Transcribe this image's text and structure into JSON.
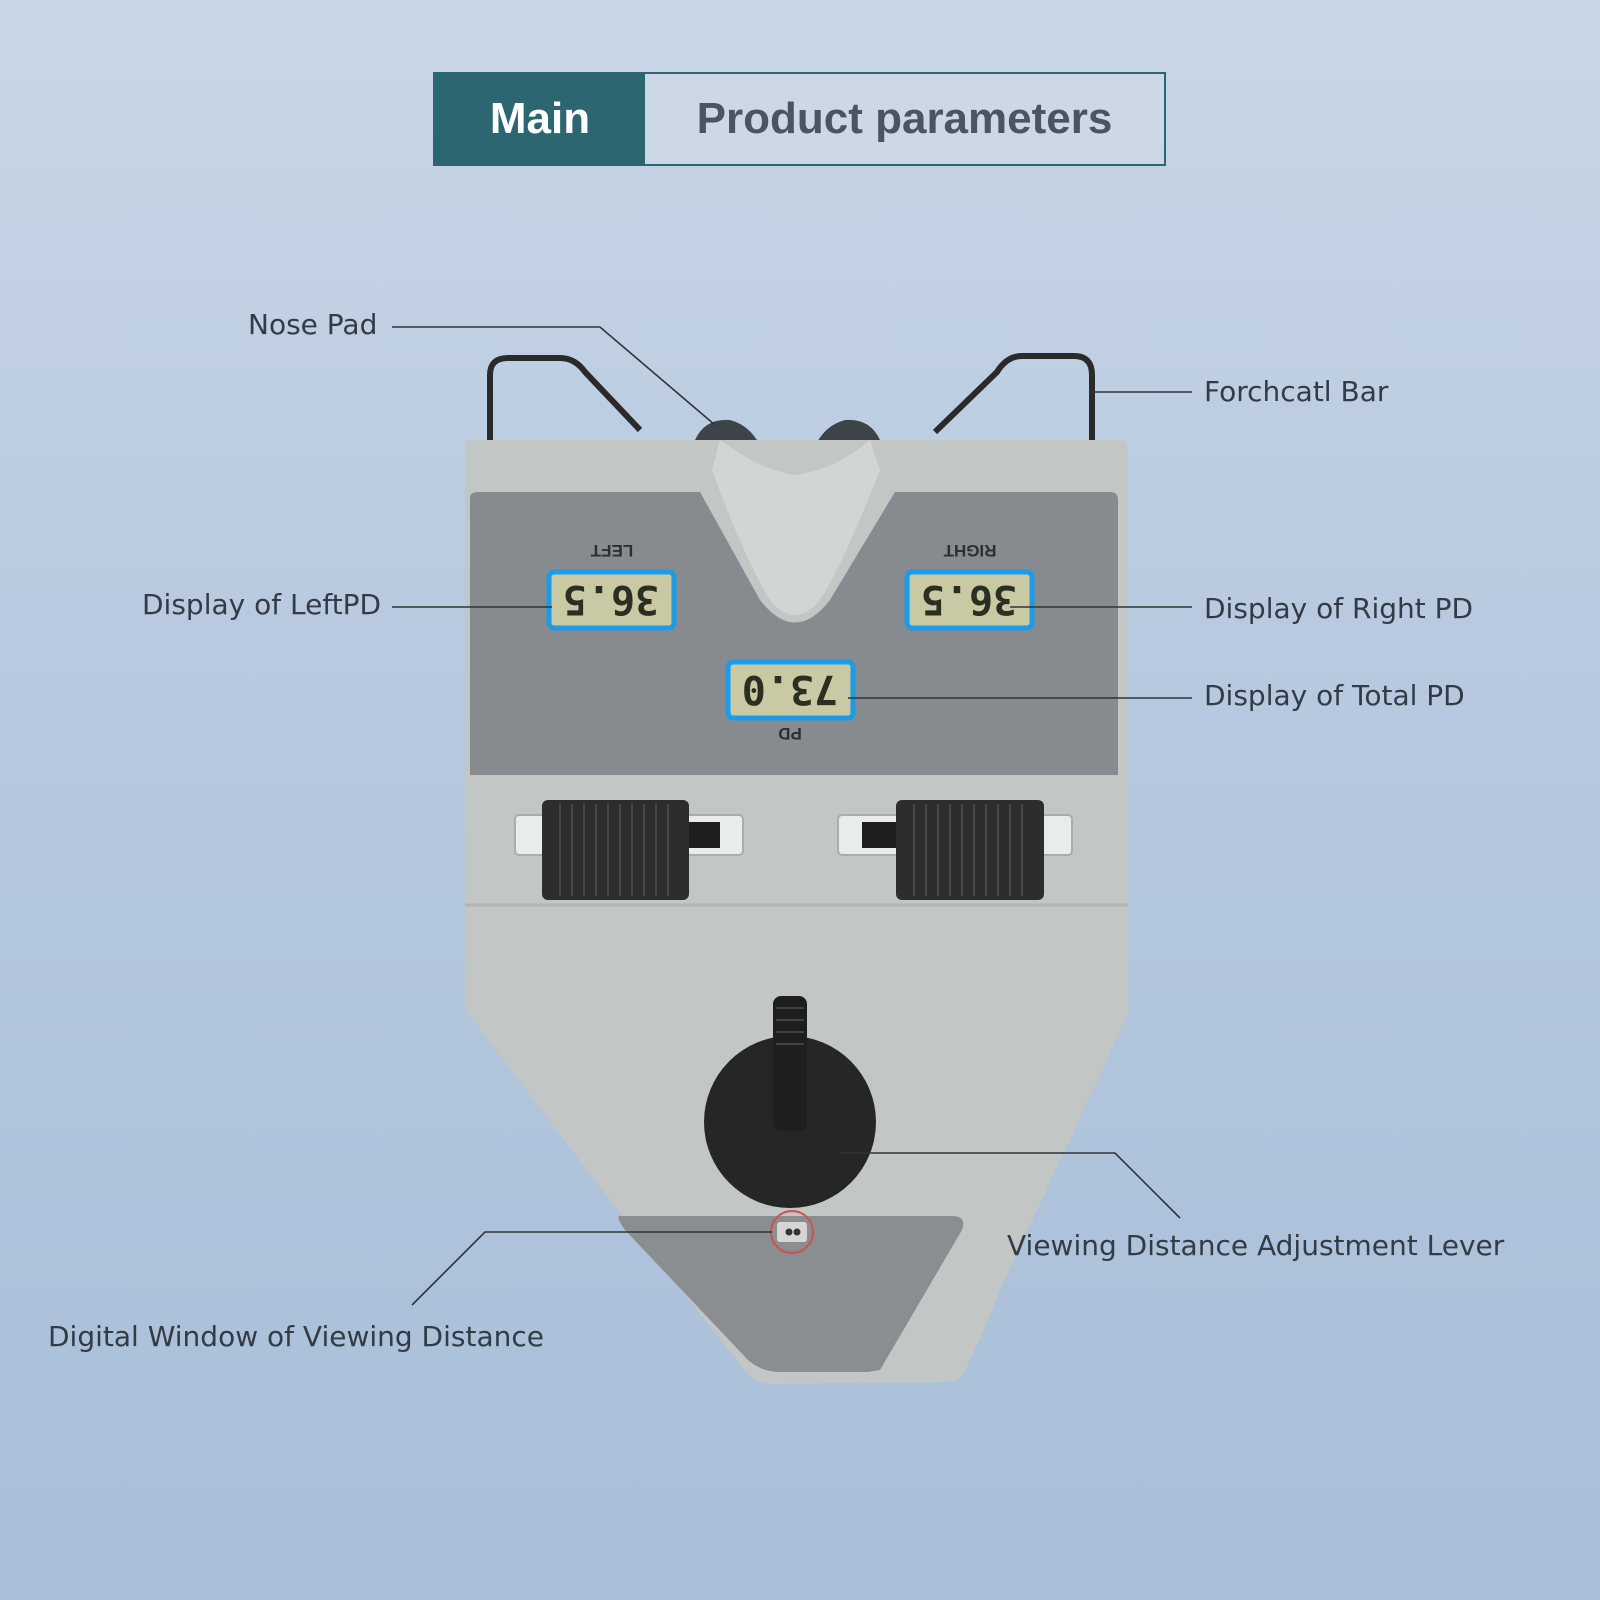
{
  "header": {
    "tab_main": "Main",
    "tab_params": "Product parameters"
  },
  "callouts": {
    "nose_pad": "Nose Pad",
    "forehead_bar": "Forchcatl Bar",
    "left_pd": "Display of LeftPD",
    "right_pd": "Display of Right PD",
    "total_pd": "Display of Total PD",
    "viewing_lever": "Viewing Distance Adjustment Lever",
    "digital_window": "Digital Window of Viewing Distance"
  },
  "device": {
    "left_label": "LEFT",
    "right_label": "RIGHT",
    "pd_label": "PD",
    "left_reading": "36.5",
    "right_reading": "36.5",
    "total_reading": "73.0"
  },
  "colors": {
    "accent": "#2c6670",
    "lcd_border": "#1b9be8",
    "lcd_fill": "#c9caa4"
  }
}
